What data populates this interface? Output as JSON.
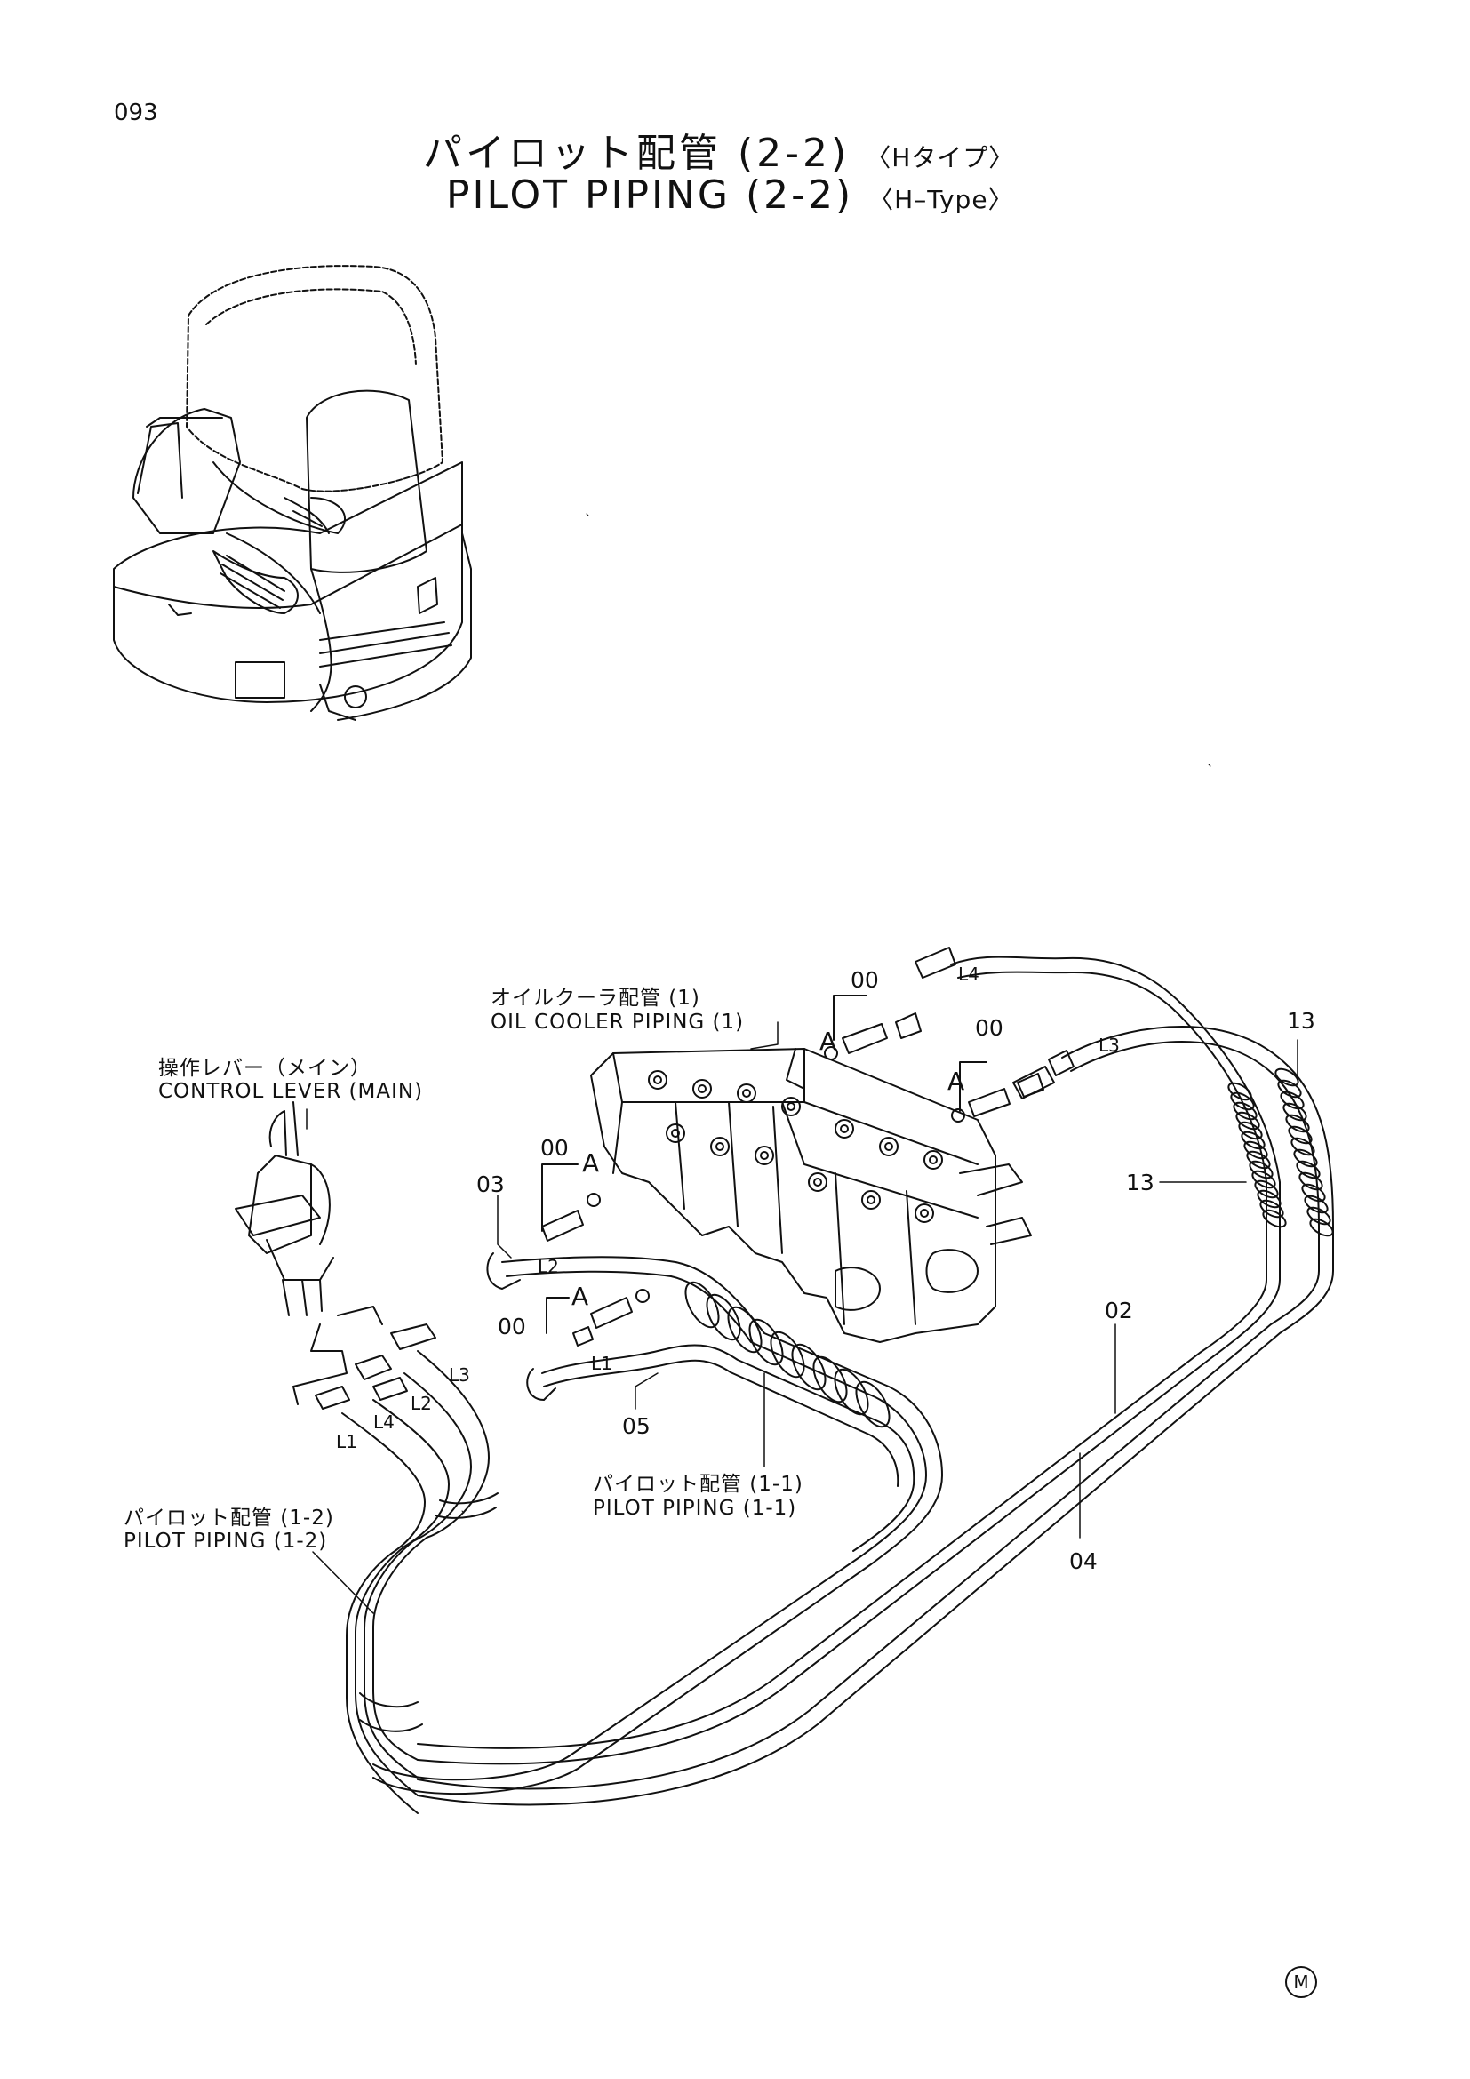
{
  "page_number": "093",
  "title": {
    "jp": "パイロット配管 (2-2)",
    "jp_sub": "〈Hタイプ〉",
    "en": "PILOT PIPING (2-2)",
    "en_sub": "〈H–Type〉"
  },
  "callouts": {
    "oil_cooler_jp": "オイルクーラ配管 (1)",
    "oil_cooler_en": "OIL COOLER PIPING (1)",
    "control_lever_jp": "操作レバー（メイン）",
    "control_lever_en": "CONTROL LEVER (MAIN)",
    "pilot_11_jp": "パイロット配管 (1-1)",
    "pilot_11_en": "PILOT PIPING (1-1)",
    "pilot_12_jp": "パイロット配管 (1-2)",
    "pilot_12_en": "PILOT PIPING (1-2)"
  },
  "part_numbers": {
    "p00": "00",
    "p03": "03",
    "p05": "05",
    "p13": "13",
    "p02": "02",
    "p04": "04"
  },
  "line_codes": {
    "L1": "L1",
    "L2": "L2",
    "L3": "L3",
    "L4": "L4"
  },
  "detail_marker": "A",
  "corner_mark": "M"
}
